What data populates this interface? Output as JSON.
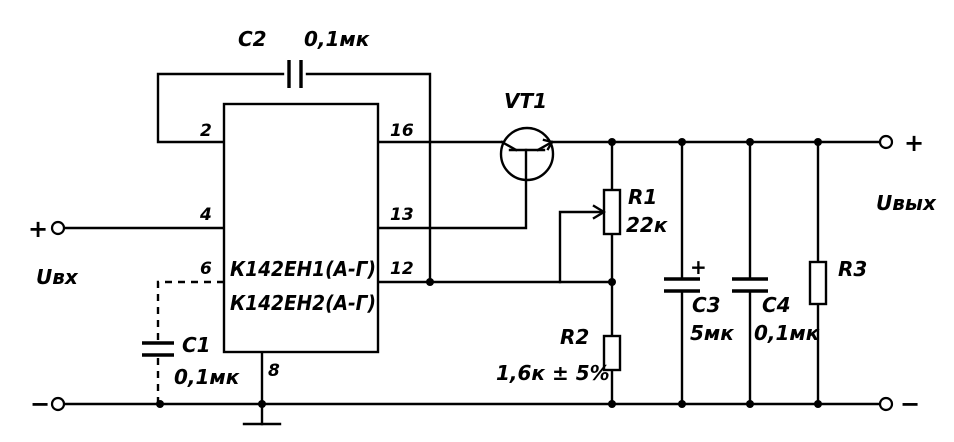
{
  "components": {
    "c2": {
      "ref": "C2",
      "value": "0,1мк"
    },
    "vt1": {
      "ref": "VT1"
    },
    "r1": {
      "ref": "R1",
      "value": "22к"
    },
    "r2": {
      "ref": "R2",
      "value": "1,6к ± 5%"
    },
    "r3": {
      "ref": "R3"
    },
    "c1": {
      "ref": "C1",
      "value": "0,1мк"
    },
    "c3": {
      "ref": "C3",
      "value": "5мк",
      "polarity": "+"
    },
    "c4": {
      "ref": "C4",
      "value": "0,1мк"
    }
  },
  "ic": {
    "line1": "К142ЕН1(А-Г)",
    "line2": "К142ЕН2(А-Г)",
    "pins": {
      "p2": "2",
      "p4": "4",
      "p6": "6",
      "p8": "8",
      "p12": "12",
      "p13": "13",
      "p16": "16"
    }
  },
  "terminals": {
    "input_plus": "+",
    "input_minus": "−",
    "input_label": "Uвх",
    "output_plus": "+",
    "output_minus": "−",
    "output_label": "Uвых"
  }
}
